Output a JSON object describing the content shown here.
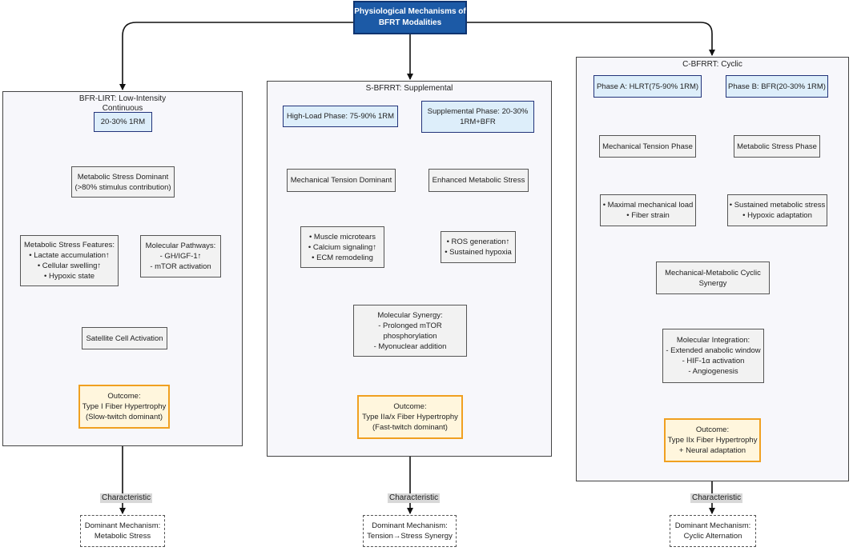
{
  "top": {
    "lines": [
      "Physiological Mechanisms of",
      "BFRT Modalities"
    ]
  },
  "clusters": {
    "lirt": {
      "title_lines": [
        "BFR-LIRT: Low-Intensity",
        "Continuous"
      ]
    },
    "s": {
      "title": "S-BFRRT: Supplemental"
    },
    "c": {
      "title": "C-BFRRT: Cyclic"
    }
  },
  "lirt": {
    "intensity": "20-30% 1RM",
    "metabolic_dominant": [
      "Metabolic Stress Dominant",
      "(>80% stimulus contribution)"
    ],
    "features": [
      "Metabolic Stress Features:",
      "• Lactate accumulation↑",
      "• Cellular swelling↑",
      "• Hypoxic state"
    ],
    "pathways": [
      "Molecular Pathways:",
      "- GH/IGF-1↑",
      "- mTOR activation"
    ],
    "satellite": "Satellite Cell Activation",
    "outcome": [
      "Outcome:",
      "Type I Fiber Hypertrophy",
      "(Slow-twitch dominant)"
    ],
    "mechanism": [
      "Dominant Mechanism:",
      "Metabolic Stress"
    ]
  },
  "s": {
    "high_load": "High-Load Phase: 75-90% 1RM",
    "supplemental": [
      "Supplemental Phase: 20-30%",
      "1RM+BFR"
    ],
    "tension": "Mechanical Tension Dominant",
    "enhanced": "Enhanced Metabolic Stress",
    "muscle": [
      "• Muscle microtears",
      "• Calcium signaling↑",
      "• ECM remodeling"
    ],
    "ros": [
      "• ROS generation↑",
      "• Sustained hypoxia"
    ],
    "synergy": [
      "Molecular Synergy:",
      "- Prolonged mTOR",
      "phosphorylation",
      "- Myonuclear addition"
    ],
    "outcome": [
      "Outcome:",
      "Type IIa/x Fiber Hypertrophy",
      "(Fast-twitch dominant)"
    ],
    "mechanism": [
      "Dominant Mechanism:",
      "Tension→Stress Synergy"
    ]
  },
  "c": {
    "phase_a": "Phase A: HLRT(75-90% 1RM)",
    "phase_b": "Phase B: BFR(20-30% 1RM)",
    "tension_phase": "Mechanical Tension Phase",
    "stress_phase": "Metabolic Stress Phase",
    "max_load": [
      "• Maximal mechanical load",
      "• Fiber strain"
    ],
    "sustained": [
      "• Sustained metabolic stress",
      "• Hypoxic adaptation"
    ],
    "cyclic": [
      "Mechanical-Metabolic Cyclic",
      "Synergy"
    ],
    "integration": [
      "Molecular Integration:",
      "- Extended anabolic window",
      "- HIF-1α activation",
      "- Angiogenesis"
    ],
    "outcome": [
      "Outcome:",
      "Type IIx Fiber Hypertrophy",
      "+ Neural adaptation"
    ],
    "mechanism": [
      "Dominant Mechanism:",
      "Cyclic Alternation"
    ]
  },
  "edge_label": "Characteristic"
}
